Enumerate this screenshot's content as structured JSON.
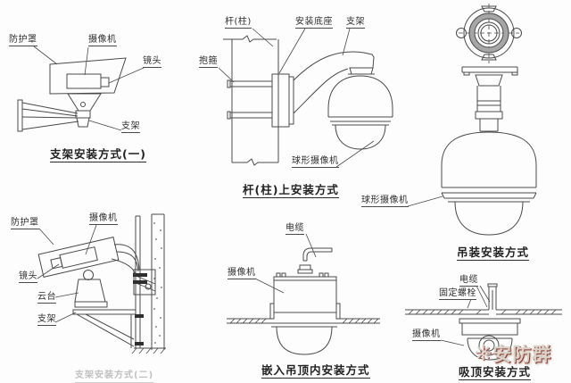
{
  "page": {
    "background": "#fdfdfd",
    "line_color": "#4a4a4a",
    "text_color": "#2f2f2f"
  },
  "diagrams": {
    "bracket1": {
      "title": "支架安装方式(一)",
      "labels": {
        "housing": "防护罩",
        "camera": "摄像机",
        "lens": "镜头",
        "bracket": "支架"
      }
    },
    "pole": {
      "title": "杆(柱)上安装方式",
      "labels": {
        "pole": "杆(柱)",
        "base": "安装底座",
        "bracket": "支架",
        "clamp": "抱箍",
        "dome_camera": "球形摄像机"
      }
    },
    "pendant": {
      "title": "吊装安装方式",
      "labels": {
        "dome_camera": "球形摄像机"
      }
    },
    "bracket2": {
      "title": "支架安装方式(二)",
      "labels": {
        "housing": "防护罩",
        "camera": "摄像机",
        "lens": "镜头",
        "pan_tilt": "云台",
        "bracket": "支架"
      }
    },
    "recessed": {
      "title": "嵌入吊顶内安装方式",
      "labels": {
        "cable": "电缆",
        "camera": "摄像机"
      }
    },
    "ceiling": {
      "title": "吸顶安装方式",
      "labels": {
        "cable": "电缆",
        "bolts": "固定螺栓",
        "camera": "摄像机"
      }
    }
  },
  "watermark": {
    "icon": "❊",
    "text": "安防群"
  }
}
